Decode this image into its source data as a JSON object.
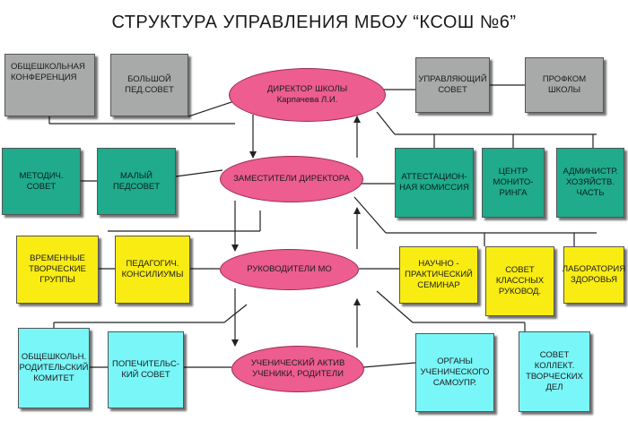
{
  "title": "СТРУКТУРА УПРАВЛЕНИЯ МБОУ “КСОШ №6”",
  "colors": {
    "gray": "#a7aaa9",
    "green": "#1fab8c",
    "yellow": "#f8ec13",
    "cyan": "#79f6f8",
    "pink": "#ed5d8f"
  },
  "ovals": {
    "director": "ДИРЕКТОР ШКОЛЫ\nКарпачева Л.И.",
    "deputies": "ЗАМЕСТИТЕЛИ ДИРЕКТОРА",
    "mo_heads": "РУКОВОДИТЕЛИ МО",
    "student_activists": "УЧЕНИЧЕСКИЙ АКТИВ\nУЧЕНИКИ, РОДИТЕЛИ"
  },
  "boxes": {
    "school_conference": "ОБЩЕШКОЛЬНАЯ\nКОНФЕРЕНЦИЯ",
    "big_council": "БОЛЬШОЙ\nПЕД.СОВЕТ",
    "managing_council": "УПРАВЛЯЮЩИЙ\nСОВЕТ",
    "union": "ПРОФКОМ\nШКОЛЫ",
    "method_council": "МЕТОДИЧ.\nСОВЕТ",
    "small_council": "МАЛЫЙ\nПЕДСОВЕТ",
    "attestation": "АТТЕСТАЦИОН-\nНАЯ КОМИССИЯ",
    "monitoring": "ЦЕНТР\nМОНИТО-\nРИНГА",
    "admin_part": "АДМИНИСТР.\nХОЗЯЙСТВ.\nЧАСТЬ",
    "creative_groups": "ВРЕМЕННЫЕ\nТВОРЧЕСКИЕ\nГРУППЫ",
    "councils": "ПЕДАГОГИЧ.\nКОНСИЛИУМЫ",
    "seminar": "НАУЧНО -\nПРАКТИЧЕСКИЙ\nСЕМИНАР",
    "class_teachers": "СОВЕТ\nКЛАССНЫХ\nРУКОВОД.",
    "health_lab": "ЛАБОРАТОРИЯ\nЗДОРОВЬЯ",
    "parents_committee": "ОБЩЕШКОЛЬН.\nРОДИТЕЛЬСКИЙ\nКОМИТЕТ",
    "trustees": "ПОПЕЧИТЕЛЬС-\nКИЙ СОВЕТ",
    "student_bodies": "ОРГАНЫ\nУЧЕНИЧЕСКОГО\nСАМОУПР.",
    "creative_teams": "СОВЕТ\nКОЛЛЕКТ.\nТВОРЧЕСКИХ\nДЕЛ"
  }
}
